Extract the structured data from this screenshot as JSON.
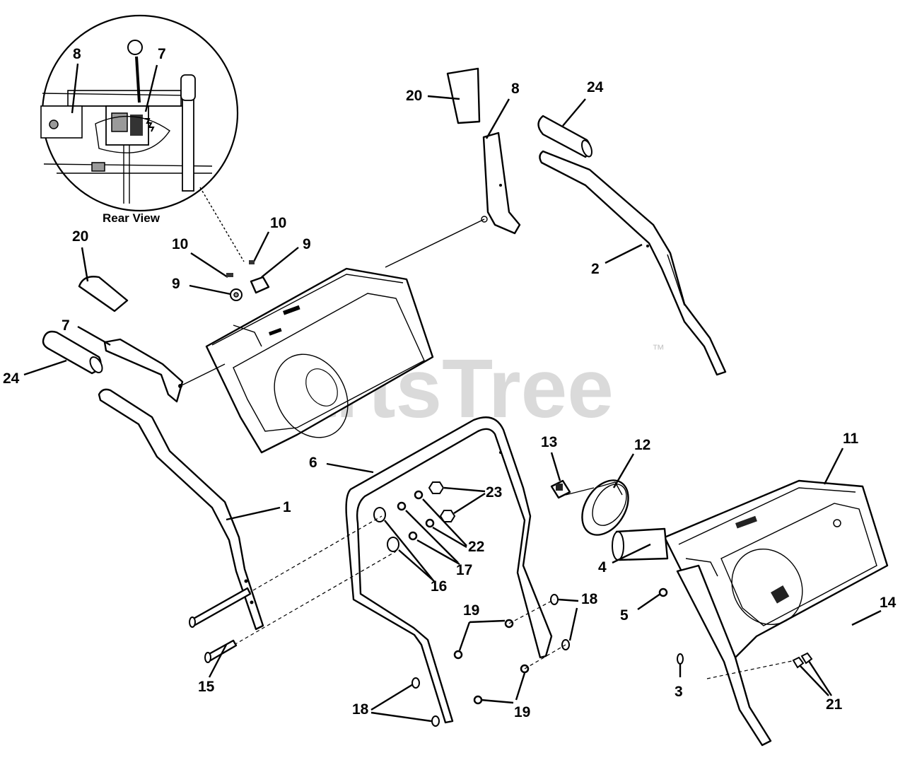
{
  "diagram": {
    "inset_caption": "Rear View",
    "watermark": "PartsTree",
    "watermark_mark": "™",
    "callouts": {
      "c1": "1",
      "c2": "2",
      "c3": "3",
      "c4": "4",
      "c5": "5",
      "c6": "6",
      "c7_inset": "7",
      "c7": "7",
      "c8_inset": "8",
      "c8": "8",
      "c9_left": "9",
      "c9_right": "9",
      "c10_left": "10",
      "c10_right": "10",
      "c11": "11",
      "c12": "12",
      "c13": "13",
      "c14": "14",
      "c15": "15",
      "c16": "16",
      "c17": "17",
      "c18_left": "18",
      "c18_right": "18",
      "c19_left": "19",
      "c19_right": "19",
      "c20_left": "20",
      "c20_right": "20",
      "c21": "21",
      "c22": "22",
      "c23": "23",
      "c24_left": "24",
      "c24_right": "24"
    }
  }
}
